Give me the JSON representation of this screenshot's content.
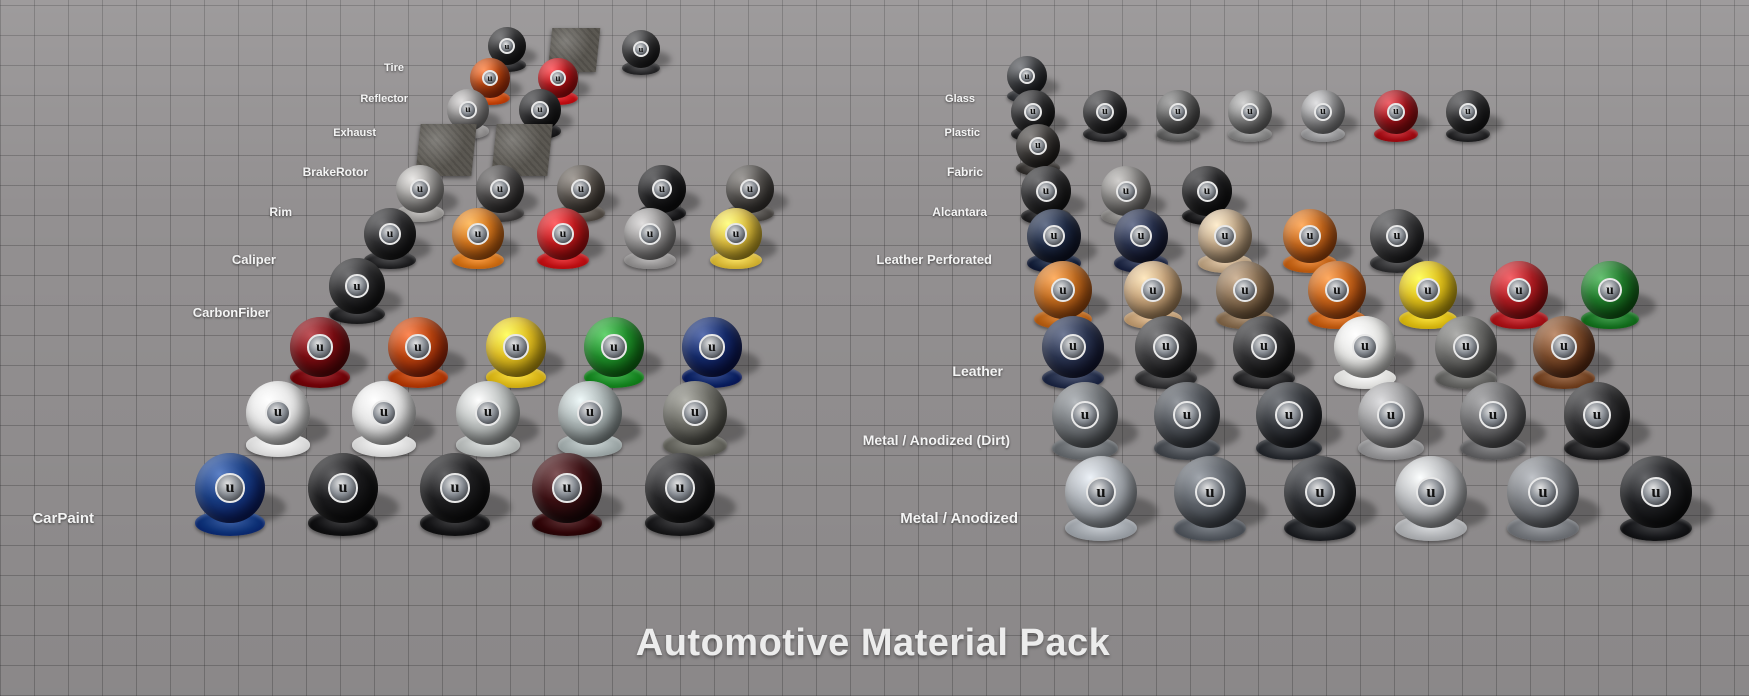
{
  "title": "Automotive Material Pack",
  "logo_glyph": "u",
  "labels": {
    "tire": "Tire",
    "reflector": "Reflector",
    "exhaust": "Exhaust",
    "brakerotor": "BrakeRotor",
    "rim": "Rim",
    "caliper": "Caliper",
    "carbonfiber": "CarbonFiber",
    "carpaint": "CarPaint",
    "glass": "Glass",
    "plastic": "Plastic",
    "fabric": "Fabric",
    "alcantara": "Alcantara",
    "leather_perforated": "Leather Perforated",
    "leather": "Leather",
    "metal_anodized_dirt": "Metal / Anodized (Dirt)",
    "metal_anodized": "Metal / Anodized"
  },
  "colors": {
    "tire": [
      "#2b2b2d",
      "#333335"
    ],
    "reflector": [
      "#c84a10",
      "#c8161c"
    ],
    "exhaust": [
      "#9a9898",
      "#262628"
    ],
    "brakerotor": [
      "#a4a2a0",
      "#4a4848",
      "#5c5650",
      "#1f1f21",
      "#55524f"
    ],
    "rim": [
      "#2c2c2e",
      "#d7781e",
      "#c71a1e",
      "#9a9898",
      "#e0c040"
    ],
    "caliper": [
      "#2a2a2c"
    ],
    "carbonfiber": [
      "#7a0c12",
      "#b8420e",
      "#e0bd20",
      "#1f8d2a",
      "#142a6a"
    ],
    "carpaint_light": [
      "#e7e7e7",
      "#e5e5e5",
      "#bfc3c2",
      "#aab4b4",
      "#6d6d66"
    ],
    "carpaint": [
      "#173b80",
      "#1a1a1c",
      "#1d1d1f",
      "#3a0f12",
      "#232325"
    ],
    "glass": [
      "#3a3c40"
    ],
    "plastic": [
      "#2a2a2c",
      "#303032",
      "#626262",
      "#8a8a8a",
      "#9a9a9c",
      "#a8141c",
      "#2c2c2e"
    ],
    "fabric": [
      "#3d3a38"
    ],
    "alcantara": [
      "#2a2a2c",
      "#8a8886",
      "#1f1f21"
    ],
    "leather_perforated": [
      "#1e2a44",
      "#27304c",
      "#c2a888",
      "#c7681c",
      "#3a3a3c"
    ],
    "leather_row": [
      "#c06a1e",
      "#c6a37a",
      "#8a7054",
      "#c8641a",
      "#e0c01a",
      "#b01c22",
      "#1f7a2a"
    ],
    "leather": [
      "#2a3450",
      "#3a3a3c",
      "#2e2e30",
      "#e8e8e6",
      "#6a6a68",
      "#7a4a2a"
    ],
    "metal_anodized_dirt": [
      "#707478",
      "#4e5258",
      "#33363b",
      "#9a9a9c",
      "#6a6a6c",
      "#2c2c2e"
    ],
    "metal_anodized": [
      "#a7acb2",
      "#5c6168",
      "#2a2c30",
      "#b7b9bc",
      "#7b7e83",
      "#1f2023"
    ]
  }
}
